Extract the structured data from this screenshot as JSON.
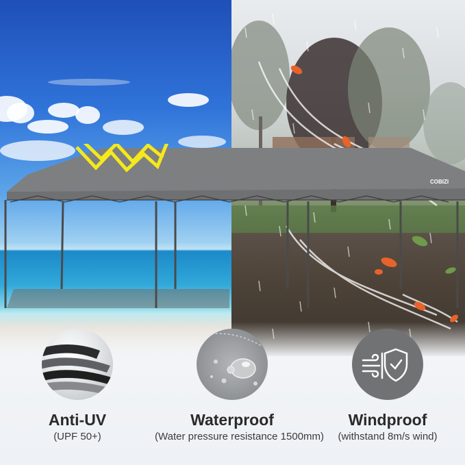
{
  "brand": {
    "canopy_logo": "COBIZI"
  },
  "features": [
    {
      "title": "Anti-UV",
      "subtitle": "(UPF 50+)",
      "icon": "fabric-layers-icon"
    },
    {
      "title": "Waterproof",
      "subtitle": "(Water pressure resistance 1500mm)",
      "icon": "water-droplet-icon"
    },
    {
      "title": "Windproof",
      "subtitle": "(withstand 8m/s wind)",
      "icon": "wind-shield-icon"
    }
  ],
  "colors": {
    "canopy": "#7e7f81",
    "uv_arrows": "#f5e81d",
    "leaves": "#e8632a",
    "shield_icon_bg": "#707274",
    "title_text": "#2a2a2a"
  }
}
